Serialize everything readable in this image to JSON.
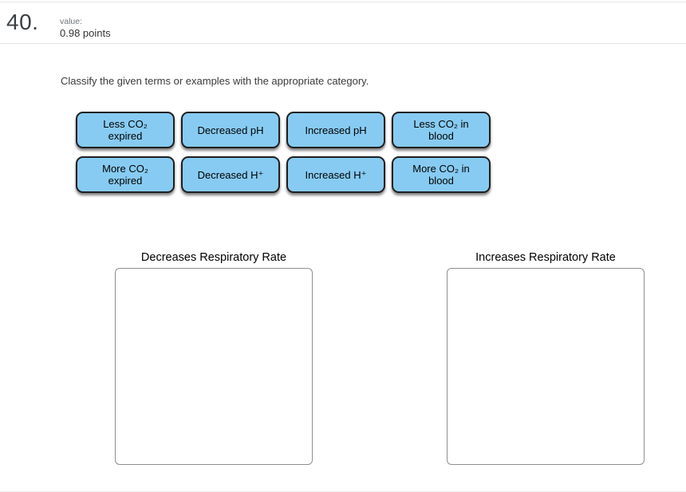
{
  "header": {
    "question_number": "40.",
    "value_label": "value:",
    "points": "0.98 points"
  },
  "instruction": "Classify the given terms or examples with the appropriate category.",
  "chips": {
    "color": "#87cbf2",
    "items": [
      {
        "label": "Less CO₂\nexpired"
      },
      {
        "label": "Decreased pH"
      },
      {
        "label": "Increased pH"
      },
      {
        "label": "Less CO₂ in\nblood"
      },
      {
        "label": "More CO₂\nexpired"
      },
      {
        "label": "Decreased H⁺"
      },
      {
        "label": "Increased H⁺"
      },
      {
        "label": "More CO₂ in\nblood"
      }
    ]
  },
  "categories": [
    {
      "label": "Decreases Respiratory Rate"
    },
    {
      "label": "Increases Respiratory Rate"
    }
  ]
}
